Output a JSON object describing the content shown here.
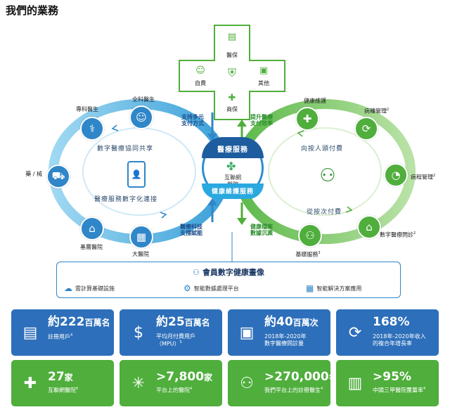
{
  "page_title": "我們的業務",
  "cross": {
    "top": "醫保",
    "left": "自費",
    "right": "其他",
    "bottom": "商保"
  },
  "flows": {
    "left_down": "支持多元\n支付方式",
    "right_up": "提升醫療\n支付效率",
    "left_up": "醫療科技\n支撐賦能",
    "right_down": "健康檔案\n數據沉澱"
  },
  "hub": {
    "top": "醫療服務",
    "name": "互聯網\n醫院",
    "bottom": "健康維護服務"
  },
  "left_ring": {
    "upper": "數字醫療協同共享",
    "lower": "醫療服務數字化連接"
  },
  "right_ring": {
    "upper": "向按人頭付費",
    "lower": "從按次付費"
  },
  "left_nodes": {
    "specialist": "專科醫生",
    "gp": "全科醫生",
    "pharmacy": "藥 / 械",
    "primary": "基層醫院",
    "large": "大醫院"
  },
  "right_nodes": {
    "health": "健康維護",
    "disease": "病種管理",
    "course": "病程管理",
    "digital": "數字醫療問診",
    "basic": "基礎服務",
    "disease_note": "2",
    "course_note": "2",
    "digital_note": "2",
    "basic_note": "3"
  },
  "member": {
    "title": "會員數字健康畫像",
    "items": [
      "雲計算基礎設施",
      "智能數據處理平台",
      "智能解決方案應用"
    ]
  },
  "stats": [
    {
      "value": "約222",
      "unit": "百萬名",
      "label": "註冊用戶",
      "note": "4",
      "icon": "id-card-icon"
    },
    {
      "value": "約25",
      "unit": "百萬名",
      "label": "平均月付費用戶\n（MPU）",
      "note": "5",
      "icon": "user-dollar-icon"
    },
    {
      "value": "約40",
      "unit": "百萬次",
      "label": "2018年-2020年\n數字醫療問診量",
      "note": "",
      "icon": "video-consult-icon"
    },
    {
      "value": "168%",
      "unit": "",
      "label": "2018年-2020年收入\n的複合年增長率",
      "note": "",
      "icon": "growth-icon"
    },
    {
      "value": "27",
      "unit": "家",
      "label": "互聯網醫院",
      "note": "6",
      "icon": "medical-kit-icon"
    },
    {
      "value": ">7,800",
      "unit": "家",
      "label": "平台上的醫院",
      "note": "4",
      "icon": "network-icon"
    },
    {
      "value": ">270,000",
      "unit": "名",
      "label": "我們平台上的註冊醫生",
      "note": "4",
      "icon": "doctors-icon"
    },
    {
      "value": ">95%",
      "unit": "",
      "label": "中國三甲醫院覆蓋率",
      "note": "4",
      "icon": "hospital-icon"
    }
  ],
  "colors": {
    "blue_dark": "#1d5c9f",
    "blue": "#2f86c8",
    "blue_light": "#8fd0ef",
    "green": "#4fae3c",
    "green_light": "#a8d88f",
    "card_blue": "#2d6fba",
    "card_green": "#4fae3c"
  }
}
